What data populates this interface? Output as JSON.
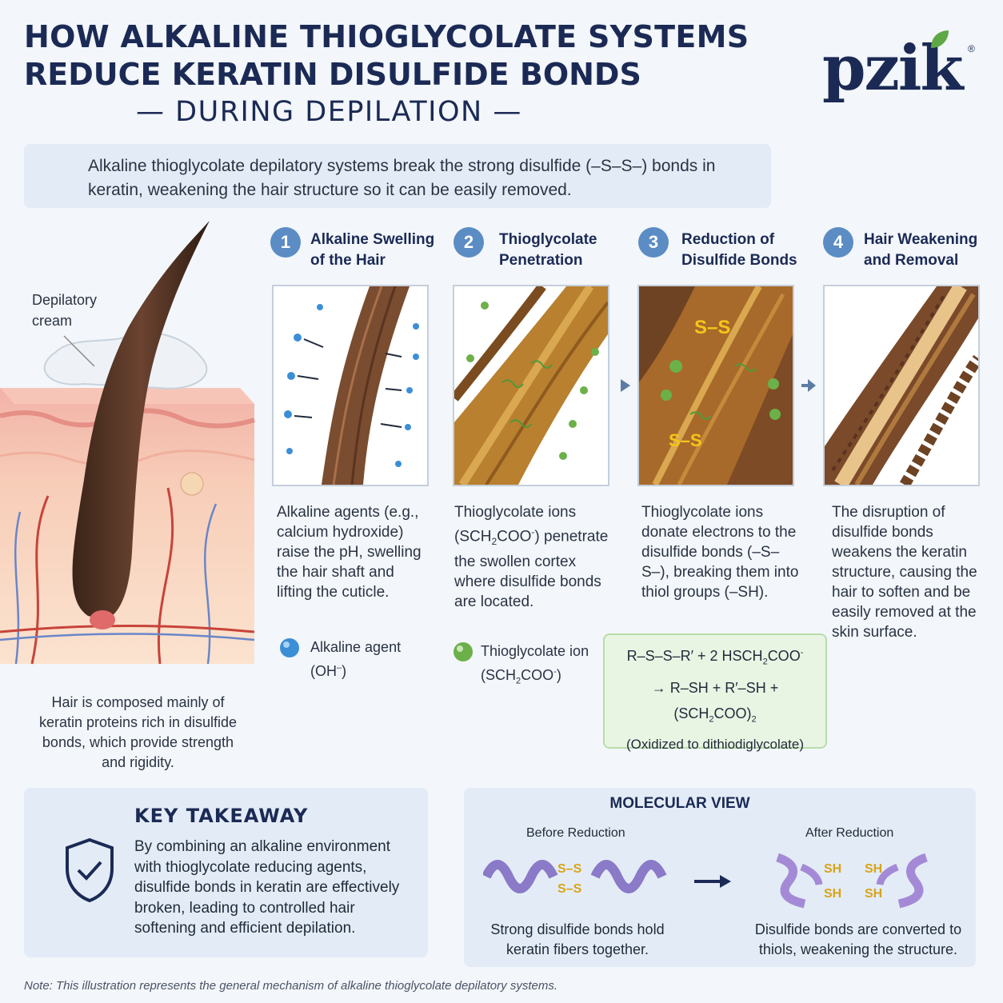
{
  "header": {
    "title_line1": "HOW ALKALINE THIOGLYCOLATE SYSTEMS",
    "title_line2": "REDUCE KERATIN DISULFIDE BONDS",
    "title_line3": "— DURING DEPILATION —"
  },
  "brand": {
    "logo_text": "pzik",
    "registered_mark": "®"
  },
  "intro": {
    "text": "Alkaline thioglycolate depilatory systems break the strong disulfide (–S–S–) bonds in keratin, weakening the hair structure so it can be easily removed."
  },
  "illustration": {
    "cream_label": "Depilatory cream",
    "caption": "Hair is composed mainly of keratin proteins rich in disulfide bonds, which provide strength and rigidity."
  },
  "steps": [
    {
      "number": "1",
      "title_l1": "Alkaline Swelling",
      "title_l2": "of the Hair",
      "description": "Alkaline agents (e.g., calcium hydroxide) raise the pH, swelling the hair shaft and lifting the cuticle."
    },
    {
      "number": "2",
      "title_l1": "Thioglycolate",
      "title_l2": "Penetration",
      "desc_a": "Thioglycolate ions (SCH",
      "desc_sub": "2",
      "desc_b": "COO",
      "desc_sup": "-",
      "desc_c": ") penetrate the swollen cortex where disulfide bonds are located."
    },
    {
      "number": "3",
      "title_l1": "Reduction of",
      "title_l2": "Disulfide Bonds",
      "description": "Thioglycolate ions donate electrons to the disulfide bonds (–S–S–), breaking them into thiol groups (–SH)."
    },
    {
      "number": "4",
      "title_l1": "Hair Weakening",
      "title_l2": "and Removal",
      "description": "The disruption of disulfide bonds weakens the keratin structure, causing the hair to soften and be easily removed at the skin surface."
    }
  ],
  "panel_labels": {
    "ss_top": "S–S",
    "ss_bottom": "S–S"
  },
  "legend": {
    "alkaline_l1": "Alkaline agent",
    "alkaline_l2": "(OH",
    "alkaline_sup": "–",
    "alkaline_end": ")",
    "thio_l1": "Thioglycolate ion",
    "thio_a": "(SCH",
    "thio_sub": "2",
    "thio_b": "COO",
    "thio_sup": "-",
    "thio_end": ")"
  },
  "equation": {
    "l1_a": "R–S–S–R′  +  2 HSCH",
    "l1_sub": "2",
    "l1_b": "COO",
    "l1_sup": "-",
    "l2": "→ R–SH  +  R′–SH  +",
    "l3_a": "(SCH",
    "l3_sub": "2",
    "l3_b": "COO)",
    "l3_sub2": "2",
    "l4": "(Oxidized to dithiodiglycolate)"
  },
  "key_takeaway": {
    "heading": "KEY TAKEAWAY",
    "text": "By combining an alkaline environment with thioglycolate reducing agents, disulfide bonds in keratin are effectively broken, leading to controlled hair softening and efficient depilation."
  },
  "molecular_view": {
    "heading": "MOLECULAR VIEW",
    "before_label": "Before Reduction",
    "after_label": "After Reduction",
    "before_bonds": [
      "S–S",
      "S–S"
    ],
    "after_groups": [
      "SH",
      "SH",
      "SH",
      "SH"
    ],
    "before_caption": "Strong disulfide bonds hold keratin fibers together.",
    "after_caption": "Disulfide bonds are converted to thiols, weakening the structure."
  },
  "footer": {
    "note": "Note: This illustration represents the general mechanism of alkaline thioglycolate depilatory systems."
  }
}
